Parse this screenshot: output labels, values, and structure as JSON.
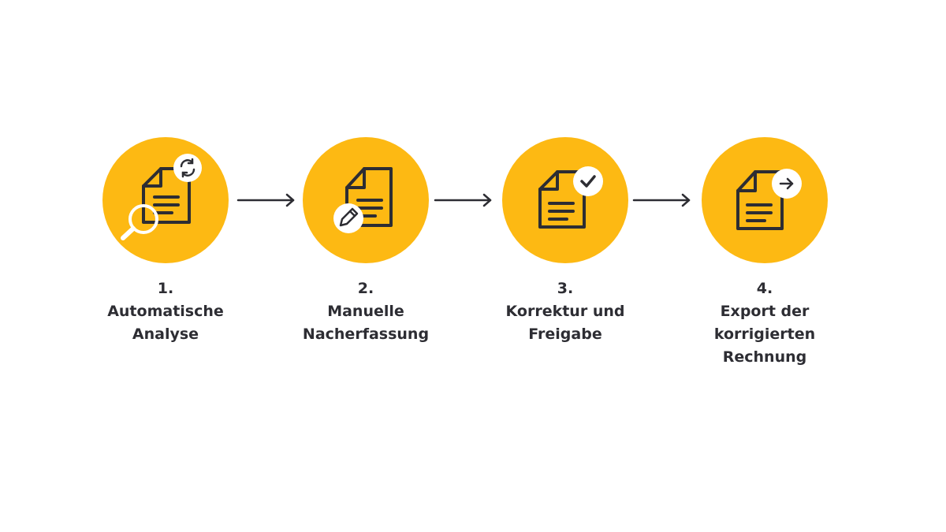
{
  "colors": {
    "accent": "#fdb913",
    "ink": "#2d2d33",
    "badge": "#ffffff"
  },
  "steps": [
    {
      "number": "1.",
      "lines": [
        "Automatische",
        "Analyse"
      ],
      "icon": "document-refresh-magnifier-icon"
    },
    {
      "number": "2.",
      "lines": [
        "Manuelle",
        "Nacherfassung"
      ],
      "icon": "document-pencil-icon"
    },
    {
      "number": "3.",
      "lines": [
        "Korrektur und",
        "Freigabe"
      ],
      "icon": "document-check-icon"
    },
    {
      "number": "4.",
      "lines": [
        "Export der",
        "korrigierten",
        "Rechnung"
      ],
      "icon": "document-arrow-icon"
    }
  ]
}
